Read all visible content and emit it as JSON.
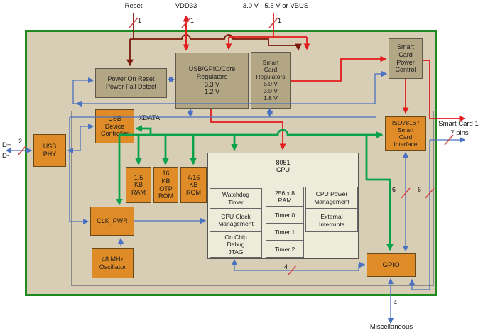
{
  "diagram": {
    "pins": {
      "reset": "Reset",
      "vdd33": "VDD33",
      "vbus": "3.0 V - 5.5 V or VBUS",
      "d_plus": "D+",
      "d_minus": "D-",
      "smart_card": "Smart Card 1",
      "smart_card_pins": "7 pins",
      "miscellaneous": "Miscellaneous"
    },
    "bus_widths": {
      "reset": "1",
      "vdd33": "1",
      "vbus": "1",
      "usb_data": "2",
      "debug_to_gpio": "4",
      "iso_to_gpio": "6",
      "gpio_alt": "6",
      "misc": "4"
    },
    "labels": {
      "xdata": "XDATA"
    },
    "blocks": {
      "por": "Power On Reset\nPower Fail Detect",
      "usb_regulators": "USB/GPIO/Core\nRegulators\n3.3 V\n1.2 V",
      "sc_regulators": "Smart\nCard\nRegulators\n5.0 V\n3.0 V\n1.8 V",
      "sc_power_control": "Smart\nCard\nPower\nControl",
      "usb_phy": "USB\nPHY",
      "usb_device_controller": "USB\nDevice\nController",
      "ram_15kb": "1.5\nKB\nRAM",
      "otp_rom": "16\nKB\nOTP\nROM",
      "rom": "4/16\nKB\nROM",
      "clk_pwr": "CLK_PWR",
      "oscillator": "48 MHz\nOscillator",
      "iso7816": "ISO7816 /\nSmart\nCard\nInterface",
      "gpio": "GPIO",
      "cpu": "8051\nCPU",
      "watchdog": "Watchdog\nTimer",
      "cpu_clock": "CPU Clock\nManagement",
      "debug": "On Chip\nDebug\nJTAG",
      "ram_256": "256 x 8\nRAM",
      "timer0": "Timer 0",
      "timer1": "Timer 1",
      "timer2": "Timer 2",
      "cpu_power": "CPU Power\nManagement",
      "ext_int": "External\nInterrupts"
    },
    "colors": {
      "chip_border": "#1F8A1F",
      "block_orange": "#DF8B28",
      "block_tan": "#B3A685",
      "block_pale": "#EDEBDA",
      "wire_red": "#E31B1C",
      "wire_maroon": "#7B1A09",
      "wire_green": "#0AA14B",
      "wire_blue": "#4A72C0",
      "background": "#D8CEB5"
    }
  }
}
